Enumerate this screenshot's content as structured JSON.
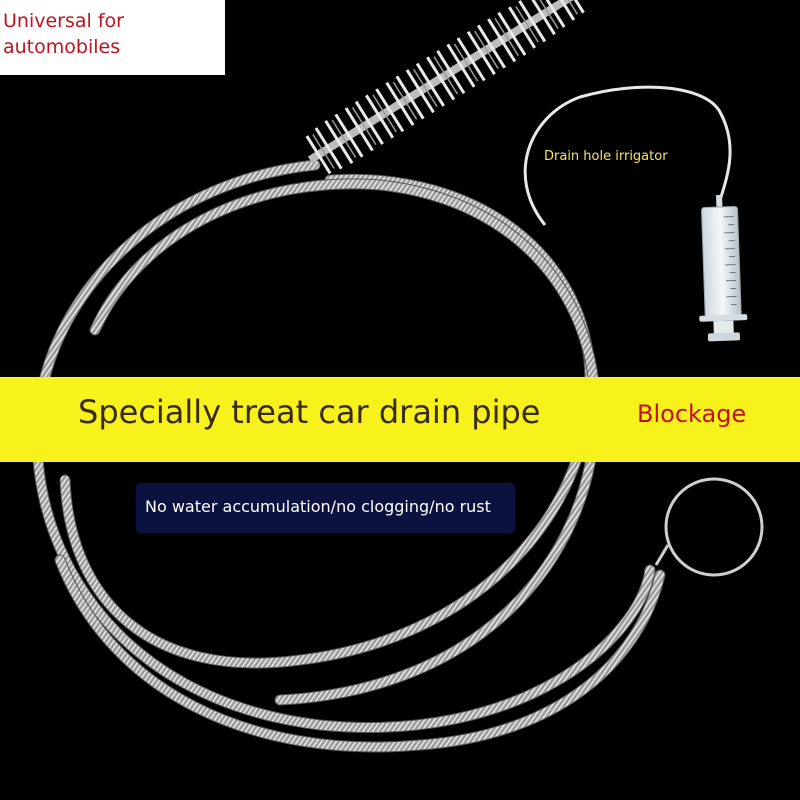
{
  "image": {
    "subject": "spring steel drain pipe cleaning cable with bristle brush, ring handle and syringe irrigator",
    "background_color": "#000000"
  },
  "corner_label": {
    "line1": "Universal for",
    "line2": "automobiles",
    "text_color": "#c0121c"
  },
  "banner": {
    "title": "Specially treat car drain pipe",
    "side_text": "Blockage",
    "background_color": "#f8f21c"
  },
  "subheading": {
    "text": "No water accumulation/no clogging/no rust",
    "background_color": "#0c1240"
  },
  "irrigator": {
    "label": "Drain hole irrigator"
  }
}
